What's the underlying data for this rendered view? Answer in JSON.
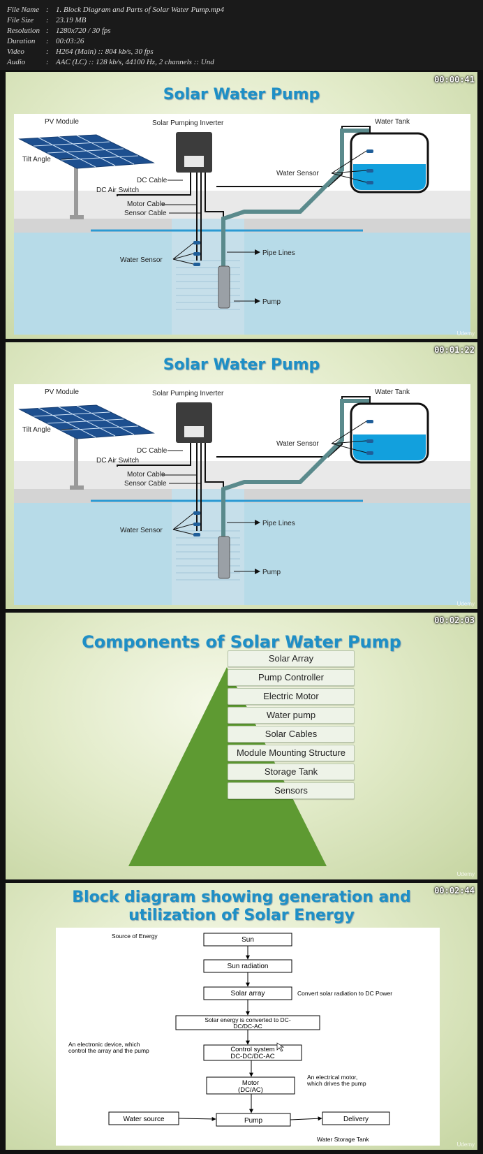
{
  "metadata": [
    {
      "key": "File Name",
      "value": "1. Block Diagram and Parts of Solar Water Pump.mp4"
    },
    {
      "key": "File Size",
      "value": "23.19 MB"
    },
    {
      "key": "Resolution",
      "value": "1280x720 / 30 fps"
    },
    {
      "key": "Duration",
      "value": "00:03:26"
    },
    {
      "key": "Video",
      "value": "H264 (Main) :: 804 kb/s, 30 fps"
    },
    {
      "key": "Audio",
      "value": "AAC (LC) :: 128 kb/s, 44100 Hz, 2 channels :: Und"
    }
  ],
  "frames": [
    {
      "timestamp": "00:00:41",
      "title": "Solar Water Pump"
    },
    {
      "timestamp": "00:01:22",
      "title": "Solar Water Pump"
    },
    {
      "timestamp": "00:02:03",
      "title": "Components of Solar Water Pump"
    },
    {
      "timestamp": "00:02:44",
      "title": "Block diagram showing generation and",
      "title_line2": "utilization of Solar Energy"
    }
  ],
  "pump_diagram": {
    "pv_module": "PV Module",
    "inverter": "Solar Pumping Inverter",
    "water_tank": "Water Tank",
    "tilt_angle": "Tilt Angle",
    "dc_cable": "DC Cable",
    "dc_air_switch": "DC Air Switch",
    "motor_cable": "Motor Cable",
    "sensor_cable": "Sensor Cable",
    "water_sensor": "Water Sensor",
    "pipe_lines": "Pipe Lines",
    "pump": "Pump"
  },
  "components": [
    "Solar Array",
    "Pump Controller",
    "Electric Motor",
    "Water pump",
    "Solar Cables",
    "Module Mounting Structure",
    "Storage Tank",
    "Sensors"
  ],
  "block_diagram": {
    "source_of_energy": "Source of Energy",
    "sun": "Sun",
    "sun_radiation": "Sun radiation",
    "solar_array": "Solar array",
    "convert_note": "Convert solar radiation to DC Power",
    "converted_l1": "Solar energy is converted to DC-",
    "converted_l2": "DC/DC-AC",
    "electronic_l1": "An electronic device, which",
    "electronic_l2": "control the array and the pump",
    "control_l1": "Control system",
    "control_l2": "DC-DC/DC-AC",
    "motor_l1": "Motor",
    "motor_l2": "(DC/AC)",
    "motor_note_l1": "An electrical motor,",
    "motor_note_l2": "which drives the pump",
    "water_source": "Water source",
    "pump": "Pump",
    "delivery": "Delivery",
    "water_storage_tank": "Water Storage Tank"
  },
  "watermark": "Udemy"
}
